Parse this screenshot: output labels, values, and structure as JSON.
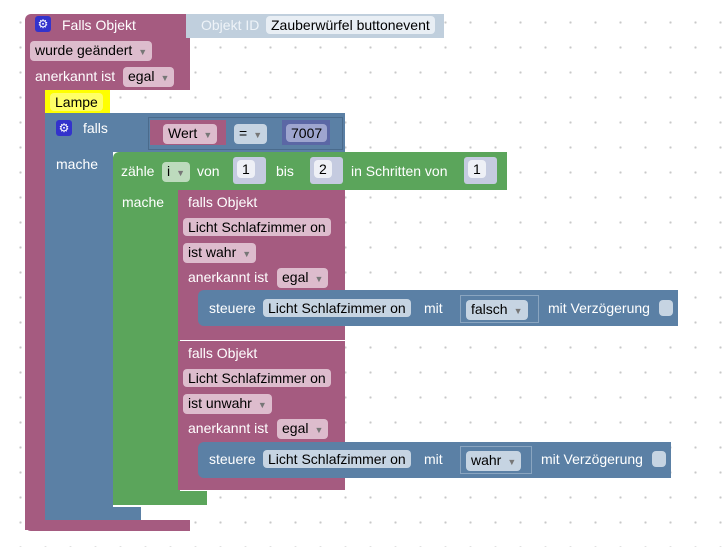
{
  "trigger": {
    "title": "Falls Objekt",
    "object_id_label": "Objekt ID",
    "object_id": "Zauberwürfel buttonevent",
    "condition": "wurde geändert",
    "ack_label": "anerkannt ist",
    "ack_value": "egal"
  },
  "comment": "Lampe",
  "if_block": {
    "falls": "falls",
    "mache": "mache",
    "compare": {
      "left": "Wert",
      "op": "=",
      "right": "7007"
    }
  },
  "loop": {
    "label": "zähle",
    "var": "i",
    "from_label": "von",
    "from": "1",
    "to_label": "bis",
    "to": "2",
    "step_label": "in Schritten von",
    "step": "1",
    "mache": "mache"
  },
  "cond1": {
    "title": "falls Objekt",
    "object": "Licht Schlafzimmer on",
    "state": "ist wahr",
    "ack_label": "anerkannt ist",
    "ack_value": "egal",
    "action": {
      "label": "steuere",
      "object": "Licht Schlafzimmer on",
      "with": "mit",
      "value": "falsch",
      "delay": "mit Verzögerung"
    }
  },
  "cond2": {
    "title": "falls Objekt",
    "object": "Licht Schlafzimmer on",
    "state": "ist unwahr",
    "ack_label": "anerkannt ist",
    "ack_value": "egal",
    "action": {
      "label": "steuere",
      "object": "Licht Schlafzimmer on",
      "with": "mit",
      "value": "wahr",
      "delay": "mit Verzögerung"
    }
  },
  "dropdown_arrow": "▼",
  "colors": {
    "trigger": "#a55b80",
    "logic": "#5b80a5",
    "loop": "#5ba55b",
    "comment": "#ffff00"
  }
}
